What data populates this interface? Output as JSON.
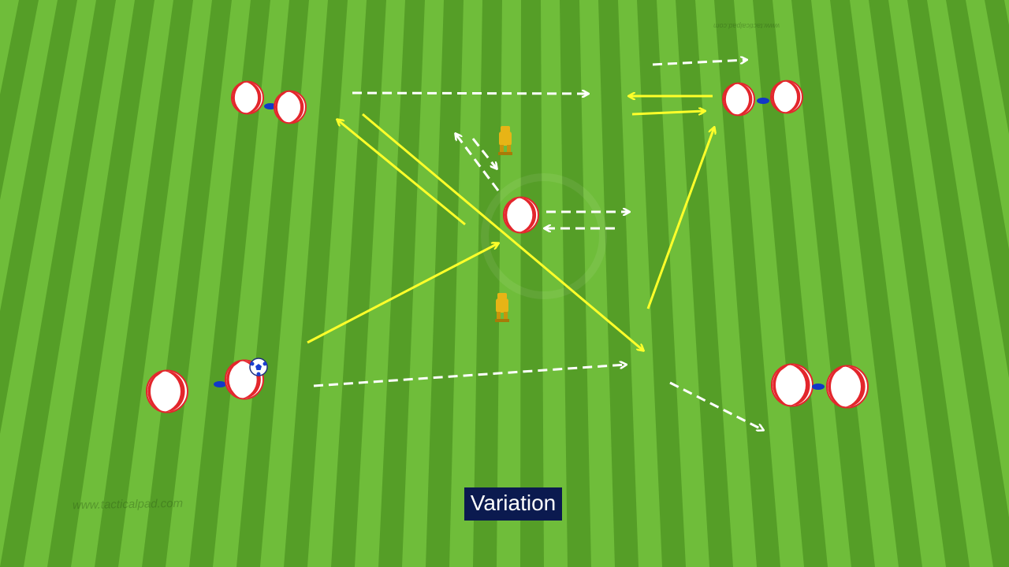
{
  "caption": {
    "text": "Variation",
    "background": "#0b1a4f",
    "color": "#ffffff"
  },
  "watermark": {
    "bottom": "www.tacticalpad.com",
    "top": "www.tacticalpad.com"
  },
  "colors": {
    "grass_light": "#6fbd3a",
    "grass_dark": "#559e27",
    "player_red": "#e3262c",
    "player_white": "#ffffff",
    "player_accent": "#1238c8",
    "pass_line": "#ffff2a",
    "run_line": "#ffffff",
    "mannequin": "#e7b416"
  },
  "icons": [
    "player-icon",
    "ball-icon",
    "mannequin-icon"
  ]
}
